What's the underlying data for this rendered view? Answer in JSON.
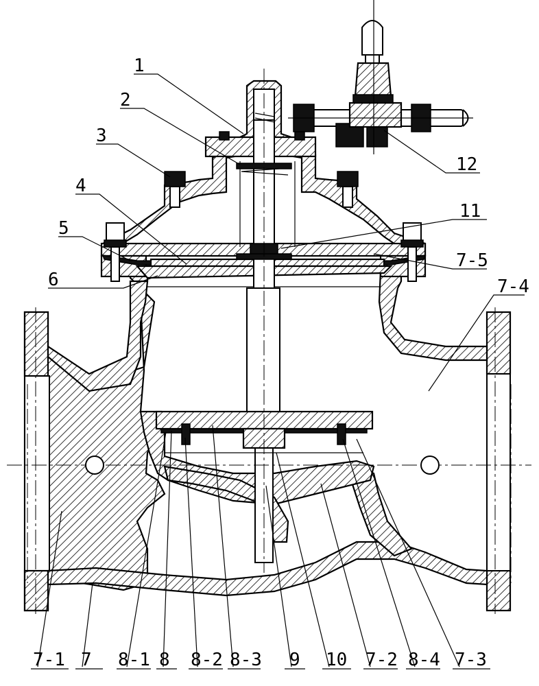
{
  "labels": {
    "l1": "1",
    "l2": "2",
    "l3": "3",
    "l4": "4",
    "l5": "5",
    "l6": "6",
    "l11": "11",
    "l12": "12",
    "l7_5": "7-5",
    "l7_4": "7-4",
    "b7_1": "7-1",
    "b7": "7",
    "b8_1": "8-1",
    "b8": "8",
    "b8_2": "8-2",
    "b8_3": "8-3",
    "b9": "9",
    "b10": "10",
    "b7_2": "7-2",
    "b8_4": "8-4",
    "b7_3": "7-3"
  },
  "colors": {
    "line": "#000000",
    "background": "#ffffff"
  }
}
